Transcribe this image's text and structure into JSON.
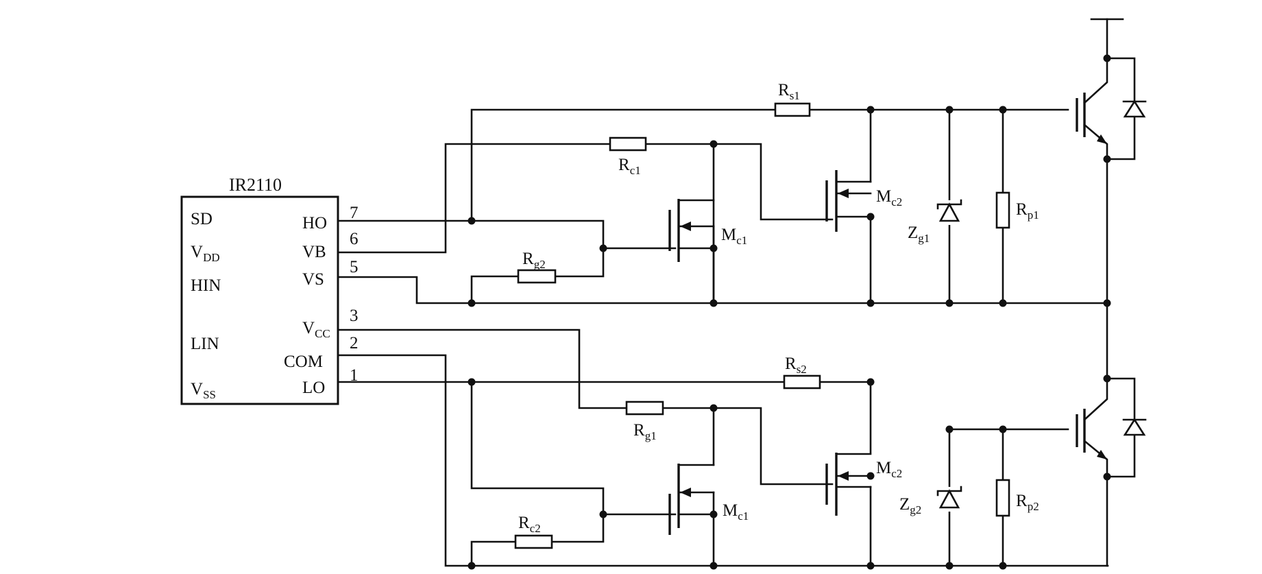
{
  "chip": {
    "name": "IR2110",
    "left_pins": {
      "sd": "SD",
      "vdd": {
        "main": "V",
        "sub": "DD"
      },
      "hin": "HIN",
      "lin": "LIN",
      "vss": {
        "main": "V",
        "sub": "SS"
      }
    },
    "right_pins": {
      "ho": "HO",
      "vb": "VB",
      "vs": "VS",
      "vcc": {
        "main": "V",
        "sub": "CC"
      },
      "com": "COM",
      "lo": "LO"
    },
    "pin_numbers": {
      "ho": "7",
      "vb": "6",
      "vs": "5",
      "vcc": "3",
      "com": "2",
      "lo": "1"
    }
  },
  "components": {
    "rs1": {
      "main": "R",
      "sub": "s1"
    },
    "rc1": {
      "main": "R",
      "sub": "c1"
    },
    "rg2": {
      "main": "R",
      "sub": "g2"
    },
    "mc1_top": {
      "main": "M",
      "sub": "c1"
    },
    "mc2_top": {
      "main": "M",
      "sub": "c2"
    },
    "zg1": {
      "main": "Z",
      "sub": "g1"
    },
    "rp1": {
      "main": "R",
      "sub": "p1"
    },
    "rs2": {
      "main": "R",
      "sub": "s2"
    },
    "rg1": {
      "main": "R",
      "sub": "g1"
    },
    "rc2": {
      "main": "R",
      "sub": "c2"
    },
    "mc1_bot": {
      "main": "M",
      "sub": "c1"
    },
    "mc2_bot": {
      "main": "M",
      "sub": "c2"
    },
    "zg2": {
      "main": "Z",
      "sub": "g2"
    },
    "rp2": {
      "main": "R",
      "sub": "p2"
    }
  }
}
